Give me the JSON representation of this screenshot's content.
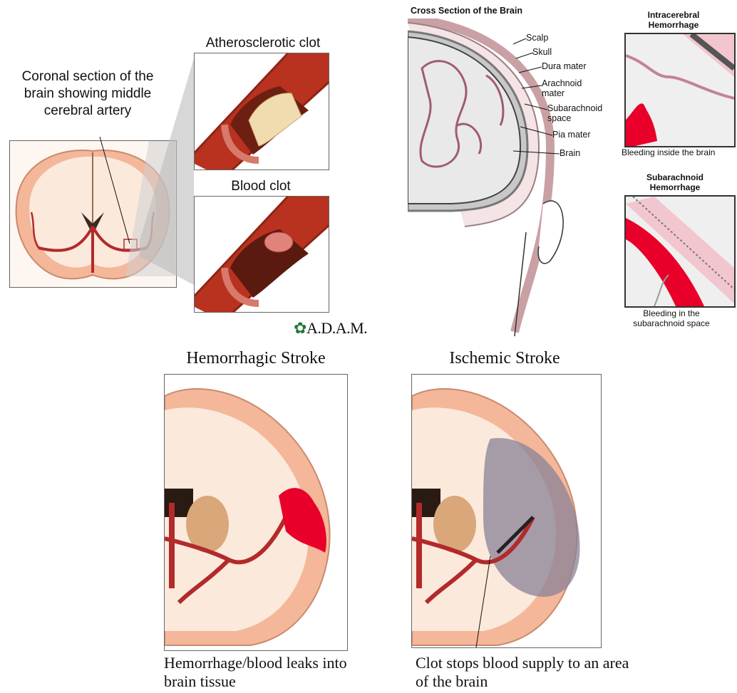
{
  "top_left": {
    "coronal_caption": "Coronal section of the brain showing middle cerebral artery",
    "athero_label": "Atherosclerotic clot",
    "blood_clot_label": "Blood clot",
    "logo_text": "A.D.A.M."
  },
  "cross_section": {
    "title": "Cross Section of the Brain",
    "labels": [
      "Scalp",
      "Skull",
      "Dura mater",
      "Arachnoid mater",
      "Subarachnoid space",
      "Pia mater",
      "Brain"
    ]
  },
  "right_panels": {
    "intracerebral_title": "Intracerebral Hemorrhage",
    "intracerebral_caption": "Bleeding inside the brain",
    "subarachnoid_title": "Subarachnoid Hemorrhage",
    "subarachnoid_caption": "Bleeding in the subarachnoid space"
  },
  "bottom": {
    "hemorrhagic_title": "Hemorrhagic Stroke",
    "hemorrhagic_caption": "Hemorrhage/blood leaks into brain tissue",
    "ischemic_title": "Ischemic Stroke",
    "ischemic_caption": "Clot stops blood supply to an area of the brain"
  },
  "colors": {
    "brain_pink": "#f4b79a",
    "white_matter": "#fbe9dc",
    "artery_red": "#b22a2a",
    "bleed_red": "#e8002a",
    "ischemic_gray": "#8a8297",
    "sub_pink": "#f2c6cf"
  }
}
